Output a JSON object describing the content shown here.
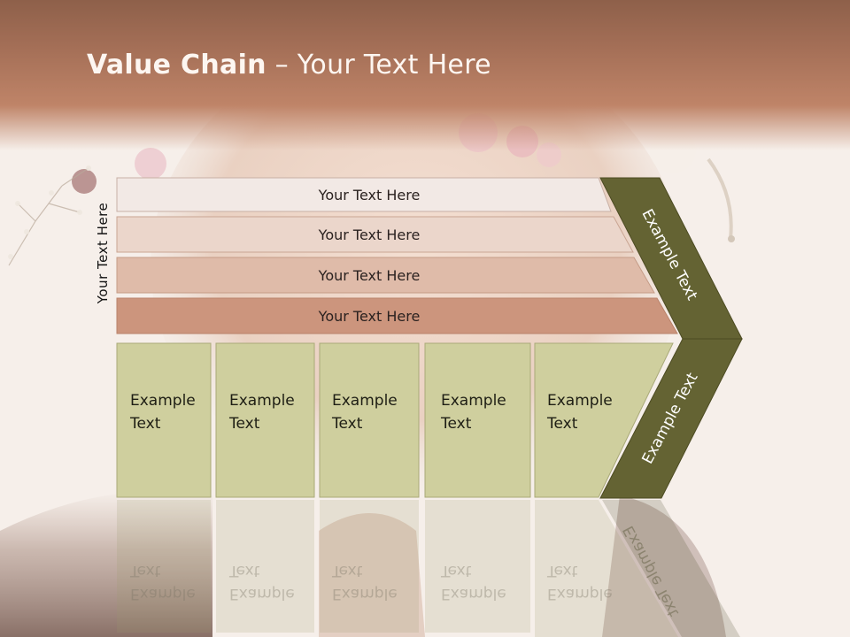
{
  "title": {
    "bold": "Value Chain",
    "rest": " – Your Text Here"
  },
  "side_label": "Your Text Here",
  "bars": [
    {
      "label": "Your Text Here",
      "color": "#f2e9e5"
    },
    {
      "label": "Your Text Here",
      "color": "#ebd6cb"
    },
    {
      "label": "Your Text Here",
      "color": "#dfbba9"
    },
    {
      "label": "Your Text Here",
      "color": "#cc957d"
    }
  ],
  "columns": [
    {
      "line1": "Example",
      "line2": "Text"
    },
    {
      "line1": "Example",
      "line2": "Text"
    },
    {
      "line1": "Example",
      "line2": "Text"
    },
    {
      "line1": "Example",
      "line2": "Text"
    },
    {
      "line1": "Example",
      "line2": "Text"
    }
  ],
  "chevron": {
    "upper_label": "Example Text",
    "lower_label": "Example Text",
    "color": "#646333"
  },
  "column_color": "#cfcf9e"
}
